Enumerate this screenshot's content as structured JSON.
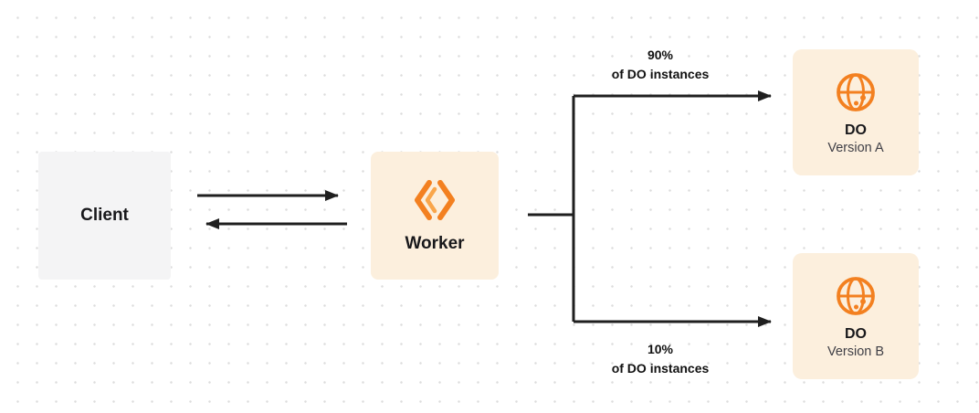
{
  "diagram": {
    "client": {
      "label": "Client"
    },
    "worker": {
      "label": "Worker"
    },
    "branches": {
      "top": {
        "percent": "90%",
        "caption": "of DO instances"
      },
      "bottom": {
        "percent": "10%",
        "caption": "of DO instances"
      }
    },
    "nodes": {
      "top": {
        "title": "DO",
        "subtitle": "Version A"
      },
      "bottom": {
        "title": "DO",
        "subtitle": "Version B"
      }
    },
    "colors": {
      "accent_orange": "#f38020",
      "accent_orange_light": "#f9a64b",
      "node_fill": "#fcefdd",
      "client_fill": "#f4f4f5",
      "line": "#1f1f1f"
    }
  }
}
